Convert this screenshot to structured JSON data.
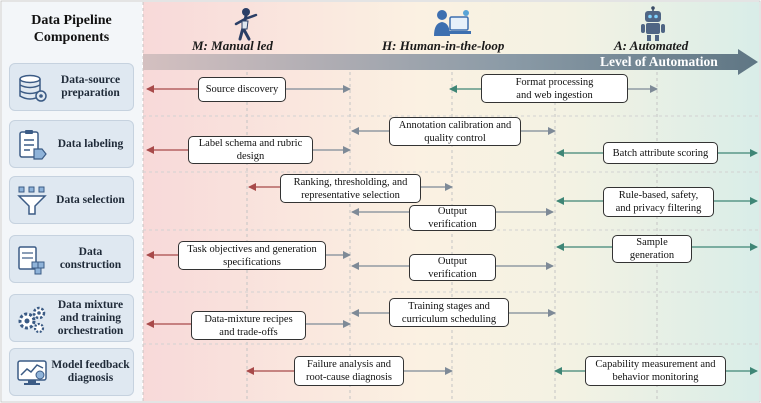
{
  "header": {
    "title": "Data Pipeline Components"
  },
  "levels": {
    "manual": "M: Manual led",
    "human_in_loop": "H: Human-in-the-loop",
    "automated": "A: Automated",
    "axis_label": "Level of Automation"
  },
  "components": [
    {
      "label": "Data-source preparation",
      "icon": "database-icon"
    },
    {
      "label": "Data labeling",
      "icon": "clipboard-tag-icon"
    },
    {
      "label": "Data selection",
      "icon": "funnel-icon"
    },
    {
      "label": "Data construction",
      "icon": "blocks-construction-icon"
    },
    {
      "label": "Data mixture and training orchestration",
      "icon": "gears-icon"
    },
    {
      "label": "Model feedback diagnosis",
      "icon": "monitor-chart-icon"
    }
  ],
  "tasks": {
    "source_discovery": "Source discovery",
    "format_processing": "Format processing\nand web ingestion",
    "annotation_calibration": "Annotation calibration and\nquality control",
    "label_schema": "Label schema and rubric\ndesign",
    "batch_scoring": "Batch attribute scoring",
    "ranking": "Ranking, thresholding, and\nrepresentative selection",
    "rule_filtering": "Rule-based, safety,\nand privacy filtering",
    "output_verification_1": "Output\nverification",
    "task_objectives": "Task objectives and generation\nspecifications",
    "sample_generation": "Sample\ngeneration",
    "output_verification_2": "Output\nverification",
    "training_stages": "Training stages and\ncurriculum scheduling",
    "mixture_recipes": "Data-mixture recipes\nand  trade-offs",
    "failure_analysis": "Failure analysis and\nroot-cause diagnosis",
    "capability_measurement": "Capability measurement and\nbehavior monitoring"
  },
  "colors": {
    "manual_arrow": "#a84a4a",
    "human_arrow": "#7e8a97",
    "auto_arrow": "#3f8676",
    "axis_arrow": "#6c7f8d"
  }
}
